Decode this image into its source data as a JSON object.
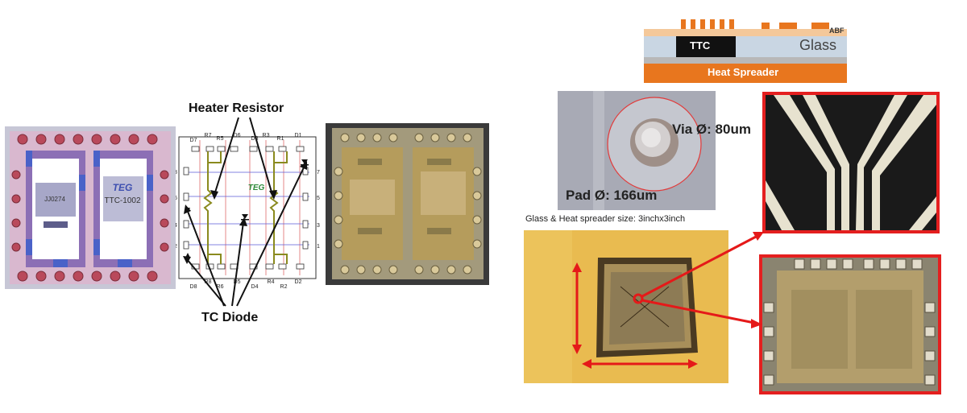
{
  "chip_layout": {
    "logo_text": "TEG",
    "part_text": "TTC-1002",
    "id_text": "JJ0274"
  },
  "schematic": {
    "heater_label": "Heater Resistor",
    "diode_label": "TC Diode",
    "logo_text": "TEG",
    "top_labels": [
      "D7",
      "R7",
      "R5",
      "D6",
      "D3",
      "R3",
      "R1",
      "D1"
    ],
    "bottom_labels": [
      "D8",
      "R8",
      "R6",
      "D5",
      "D4",
      "R4",
      "R2",
      "D2"
    ],
    "left_numbers": [
      "8",
      "6",
      "4",
      "2"
    ],
    "right_numbers": [
      "7",
      "5",
      "3",
      "1"
    ]
  },
  "cross_section": {
    "abf_label": "ABF",
    "ttc_label": "TTC",
    "glass_label": "Glass",
    "spreader_label": "Heat Spreader"
  },
  "via_photo": {
    "via_label": "Via Ø: 80um",
    "pad_label": "Pad Ø: 166um"
  },
  "package_photo": {
    "size_caption": "Glass & Heat spreader size: 3inchx3inch"
  },
  "colors": {
    "arrow_red": "#e51919",
    "spreader_orange": "#e8761e",
    "glass_blue": "#c9d6e3",
    "gold": "#c8a24a"
  }
}
